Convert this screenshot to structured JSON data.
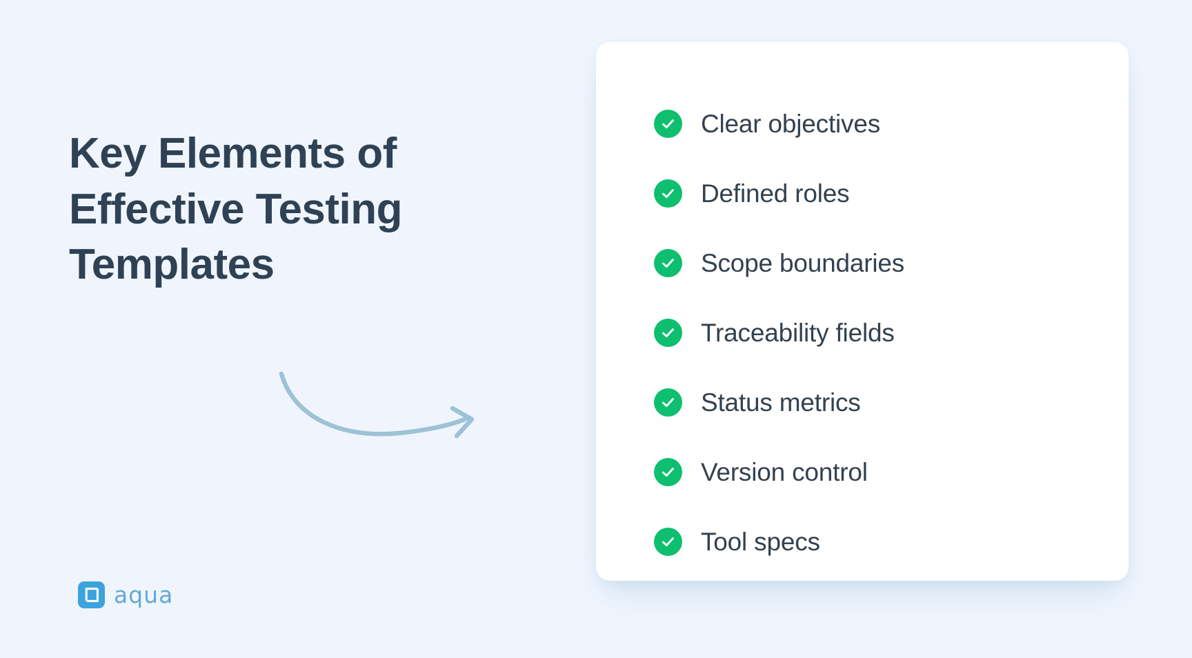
{
  "background_color": "#f0f5fd",
  "heading": {
    "text": "Key Elements of Effective Testing Templates",
    "color": "#2f4255"
  },
  "arrow": {
    "icon": "curved-arrow-icon",
    "color": "#9dc2d6"
  },
  "logo": {
    "mark_icon": "aqua-logo-mark-icon",
    "wordmark": "aqua",
    "mark_color": "#3ba3dd",
    "word_color": "#63a9d6"
  },
  "card": {
    "background_color": "#ffffff",
    "check_color": "#0dbf6f",
    "items": [
      {
        "icon": "check-circle-icon",
        "label": "Clear objectives"
      },
      {
        "icon": "check-circle-icon",
        "label": "Defined roles"
      },
      {
        "icon": "check-circle-icon",
        "label": "Scope boundaries"
      },
      {
        "icon": "check-circle-icon",
        "label": "Traceability fields"
      },
      {
        "icon": "check-circle-icon",
        "label": "Status metrics"
      },
      {
        "icon": "check-circle-icon",
        "label": "Version control"
      },
      {
        "icon": "check-circle-icon",
        "label": "Tool specs"
      }
    ]
  }
}
